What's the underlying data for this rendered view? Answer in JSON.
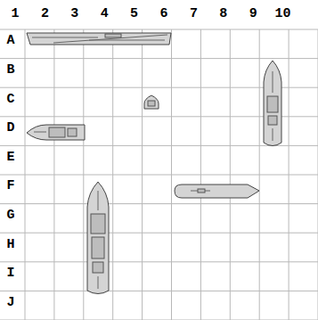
{
  "diagram": {
    "labels": [
      "1",
      "2",
      "3",
      "4",
      "5",
      "6",
      "7",
      "8",
      "9",
      "10",
      "A",
      "B",
      "C",
      "D",
      "E",
      "F",
      "G",
      "H",
      "I",
      "J"
    ]
  }
}
